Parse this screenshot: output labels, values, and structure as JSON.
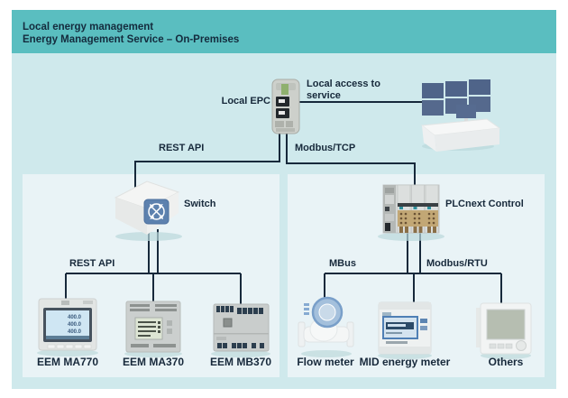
{
  "header": {
    "line1": "Local energy management",
    "line2": "Energy Management Service – On-Premises"
  },
  "nodes": {
    "epc": {
      "label": "Local EPC"
    },
    "switch": {
      "label": "Switch"
    },
    "plcnext": {
      "label": "PLCnext Control"
    }
  },
  "connections": {
    "local_access_line1": "Local access to",
    "local_access_line2": "service",
    "rest_api_top": "REST API",
    "modbus_tcp": "Modbus/TCP",
    "rest_api_left": "REST API",
    "mbus": "MBus",
    "modbus_rtu": "Modbus/RTU"
  },
  "left_devices": [
    {
      "label": "EEM MA770"
    },
    {
      "label": "EEM MA370"
    },
    {
      "label": "EEM MB370"
    }
  ],
  "right_devices": [
    {
      "label": "Flow meter"
    },
    {
      "label": "MID energy meter"
    },
    {
      "label": "Others"
    }
  ],
  "ma770_display": {
    "rows": [
      "400.0",
      "400.0",
      "400.0"
    ]
  },
  "colors": {
    "header_teal": "#5abec0",
    "panel_cyan": "#cfe9ec",
    "zone_bg": "#e9f3f6",
    "line_dark": "#17293b",
    "monitor_blue": "#4f6489",
    "switch_icon_blue": "#5d81ae",
    "lcd_blue": "#cfe6f3",
    "terminal_orange": "#c2a775"
  }
}
